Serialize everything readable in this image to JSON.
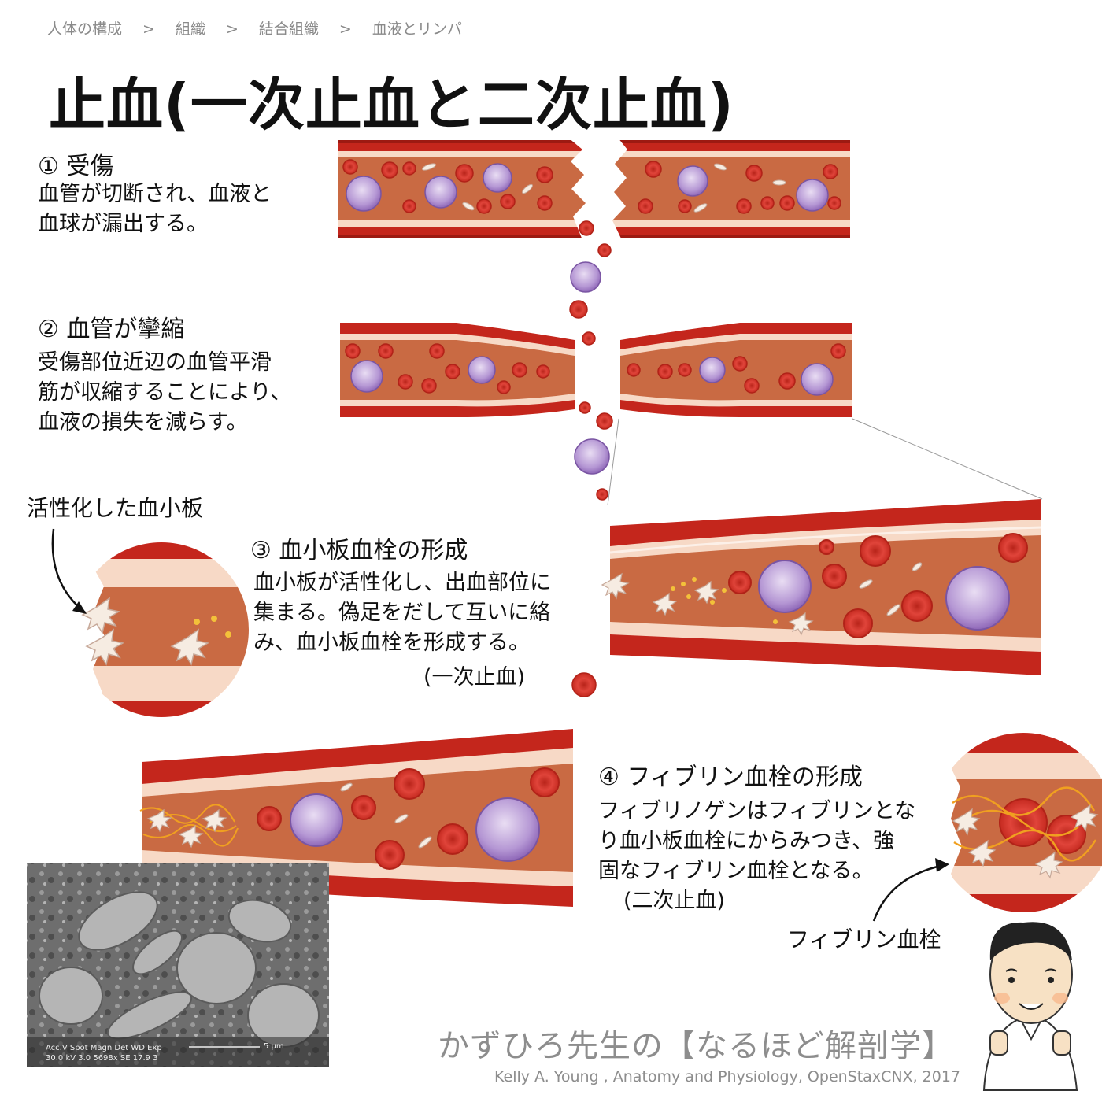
{
  "breadcrumb": {
    "items": [
      "人体の構成",
      "組織",
      "結合組織",
      "血液とリンパ"
    ],
    "separator": ">"
  },
  "title": "止血(一次止血と二次止血)",
  "steps": [
    {
      "heading": "① 受傷",
      "body": [
        "血管が切断され、血液と",
        "血球が漏出する。"
      ]
    },
    {
      "heading": "② 血管が攣縮",
      "body": [
        "受傷部位近辺の血管平滑",
        "筋が収縮することにより、",
        "血液の損失を減らす。"
      ]
    },
    {
      "heading": "③ 血小板血栓の形成",
      "body": [
        "血小板が活性化し、出血部位に",
        "集まる。偽足をだして互いに絡",
        "み、血小板血栓を形成する。"
      ],
      "note": "(一次止血)"
    },
    {
      "heading": "④ フィブリン血栓の形成",
      "body": [
        "フィブリノゲンはフィブリンとな",
        "り血小板血栓にからみつき、強",
        "固なフィブリン血栓となる。"
      ],
      "note": "(二次止血)"
    }
  ],
  "callouts": {
    "activated_platelet": "活性化した血小板",
    "fibrin_clot": "フィブリン血栓"
  },
  "micrograph": {
    "readout_row1": "Acc.V  Spot Magn   Det  WD  Exp",
    "readout_row2": "30.0 kV 3.0  5698x   SE  17.9   3",
    "scale": "5 μm"
  },
  "brand": "かずひろ先生の【なるほど解剖学】",
  "credit": "Kelly A. Young , Anatomy and Physiology, OpenStaxCNX, 2017",
  "colors": {
    "vessel_wall": "#c4261c",
    "vessel_wall_dark": "#9c1a12",
    "vessel_layer": "#f7d9c6",
    "lumen": "#c96a43",
    "rbc": "#d63226",
    "wbc": "#9d77c2",
    "platelet": "#f6ece2",
    "fibrin": "#f0a020"
  }
}
